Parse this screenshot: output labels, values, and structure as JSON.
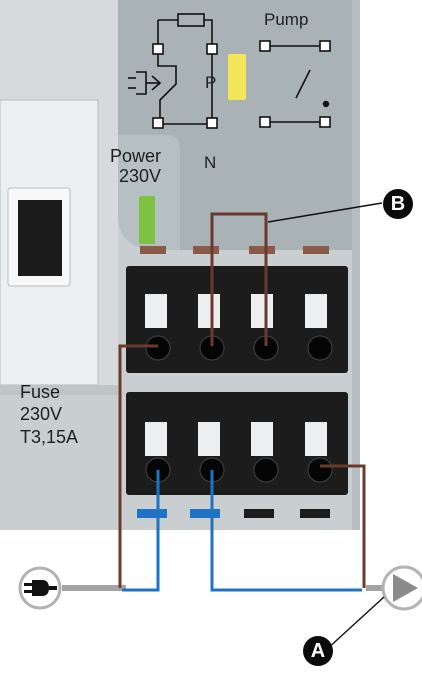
{
  "labels": {
    "pump": "Pump",
    "p": "P",
    "n": "N",
    "power": "Power",
    "power_voltage": "230V",
    "fuse": "Fuse",
    "fuse_voltage": "230V",
    "fuse_rating": "T3,15A"
  },
  "callouts": {
    "a": "A",
    "b": "B"
  },
  "colors": {
    "background_panel": "#c9ced1",
    "schematic_panel": "#a9b3b5",
    "terminal_block": "#1c1c1c",
    "brown_wire": "#6b3a2e",
    "blue_wire": "#1f73c4",
    "grey_cable": "#a3a3a3",
    "power_led": "#7ec242",
    "p_led": "#f4e659",
    "callout_fill": "#0b0b0b"
  },
  "icons": [
    "plug-icon",
    "pump-icon",
    "relay-coil-icon",
    "switch-contact-icon"
  ]
}
